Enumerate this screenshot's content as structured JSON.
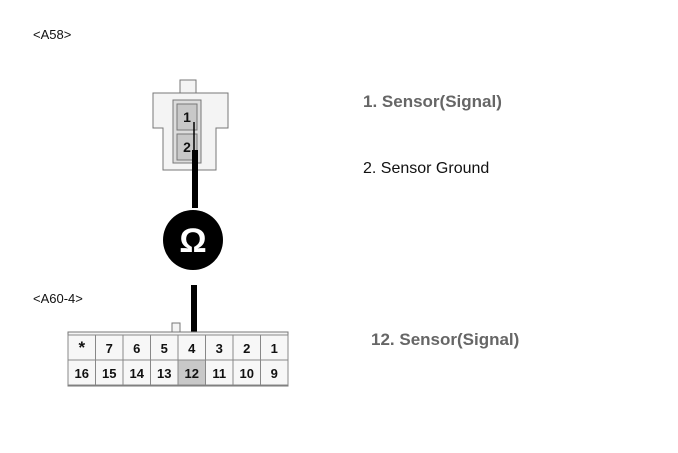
{
  "connectors": {
    "a58": {
      "label": "<A58>",
      "pins": [
        "1",
        "2"
      ]
    },
    "a60": {
      "label": "<A60-4>",
      "top_row": [
        "*",
        "7",
        "6",
        "5",
        "4",
        "3",
        "2",
        "1"
      ],
      "bottom_row": [
        "16",
        "15",
        "14",
        "13",
        "12",
        "11",
        "10",
        "9"
      ]
    }
  },
  "meter": {
    "symbol": "Ω"
  },
  "legend": {
    "a58_pin1": "1. Sensor(Signal)",
    "a58_pin2": "2. Sensor Ground",
    "a60_pin12": "12. Sensor(Signal)"
  },
  "colors": {
    "connector_fill": "#f4f4f4",
    "highlight_pin": "#c8c8c8",
    "wire": "#000000",
    "legend_gray": "#666666"
  }
}
